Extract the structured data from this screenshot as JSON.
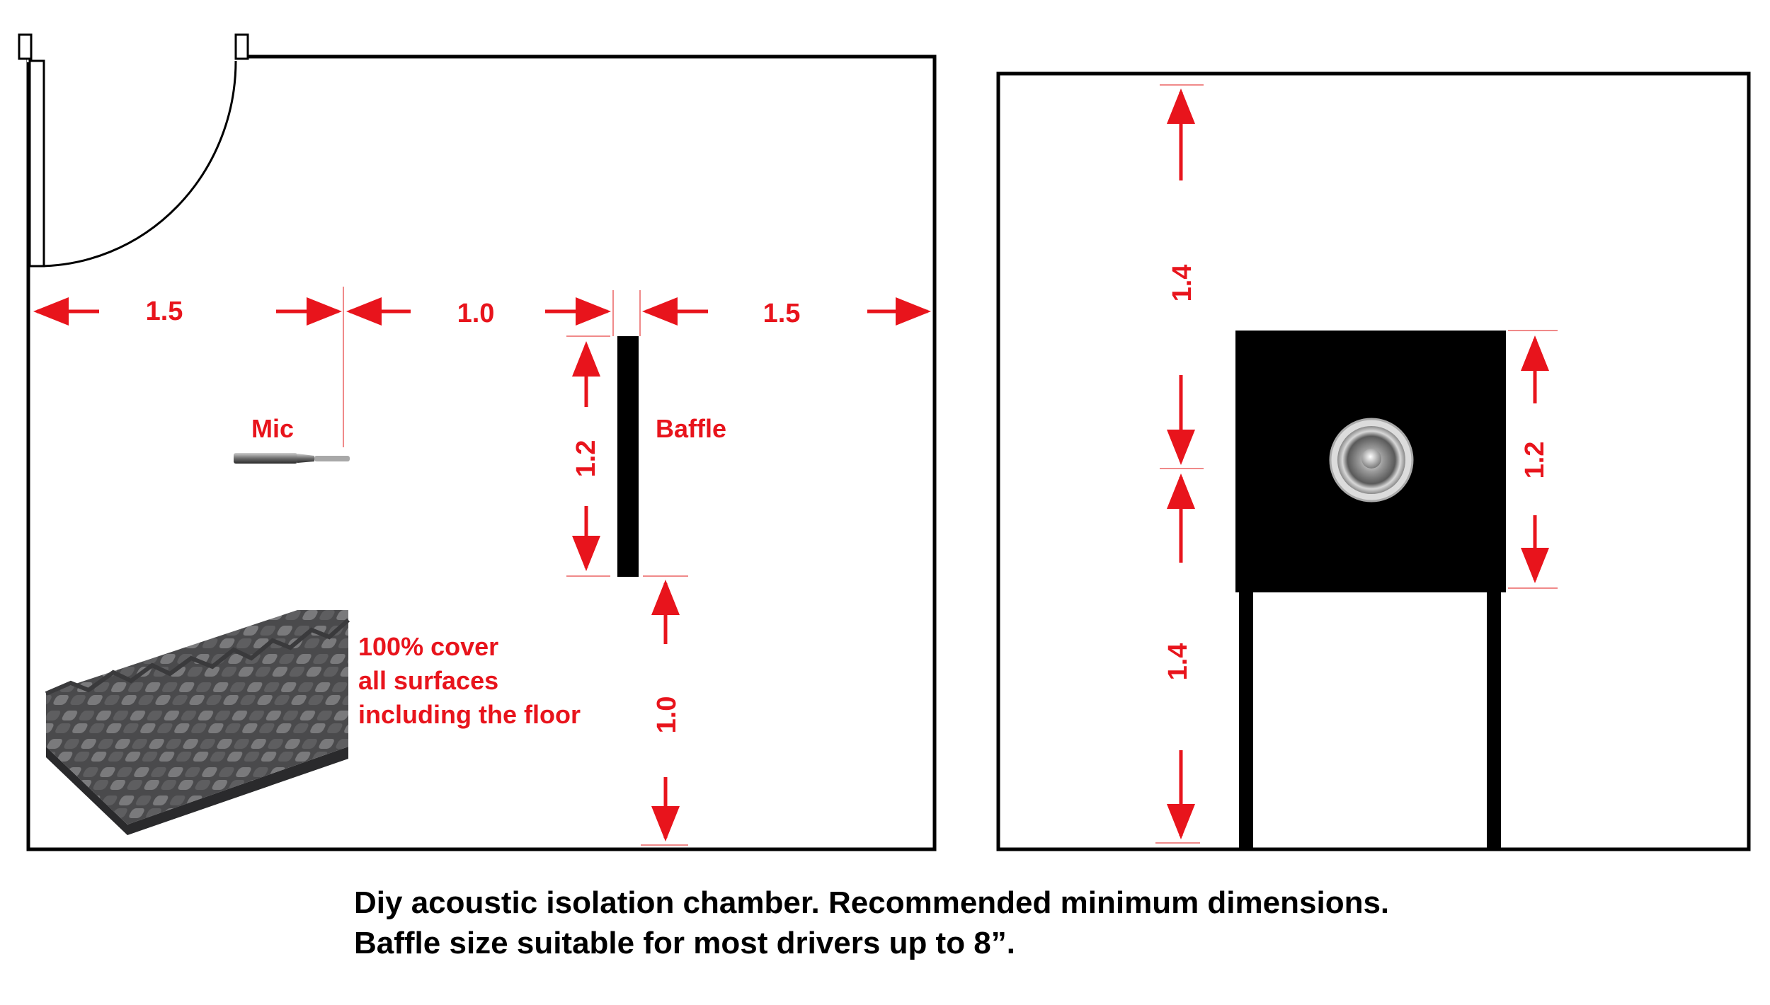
{
  "colors": {
    "dimension": "#e8141c",
    "outline": "#000000",
    "foam": "#4a4a4c"
  },
  "top_view": {
    "dimensions": {
      "left_gap": "1.5",
      "mic_to_baffle": "1.0",
      "right_gap": "1.5",
      "baffle_width": "1.2",
      "baffle_to_wall": "1.0"
    },
    "labels": {
      "mic": "Mic",
      "baffle": "Baffle",
      "foam_line1": "100% cover",
      "foam_line2": "all surfaces",
      "foam_line3": "including the floor"
    }
  },
  "front_view": {
    "dimensions": {
      "top_gap": "1.4",
      "bottom_gap": "1.4",
      "baffle_height": "1.2"
    }
  },
  "caption": {
    "line1": "Diy acoustic isolation chamber. Recommended minimum dimensions.",
    "line2": "Baffle size suitable for most drivers up to 8”."
  }
}
